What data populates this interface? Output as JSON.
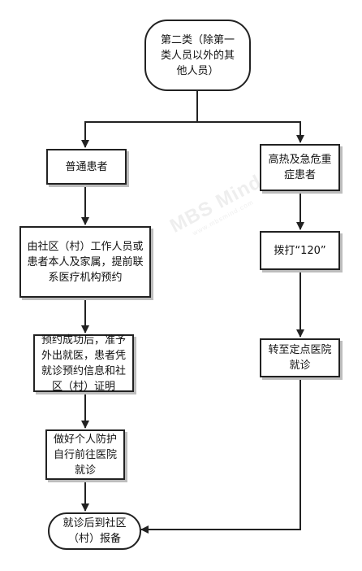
{
  "nodes": {
    "start": "第二类（除第一类人员以外的其他人员）",
    "general": "普通患者",
    "appointment": "由社区（村）工作人员或患者本人及家属，提前联系医疗机构预约",
    "success": "预约成功后，准予外出就医，患者凭就诊预约信息和社区（村）证明",
    "self_travel": "做好个人防护自行前往医院就诊",
    "report": "就诊后到社区（村）报备",
    "fever": "高热及急危重症患者",
    "call120": "拨打“120”",
    "transfer": "转至定点医院就诊"
  },
  "watermark": {
    "main": "MBS Mind",
    "sub": "www.mbsmind.com"
  }
}
